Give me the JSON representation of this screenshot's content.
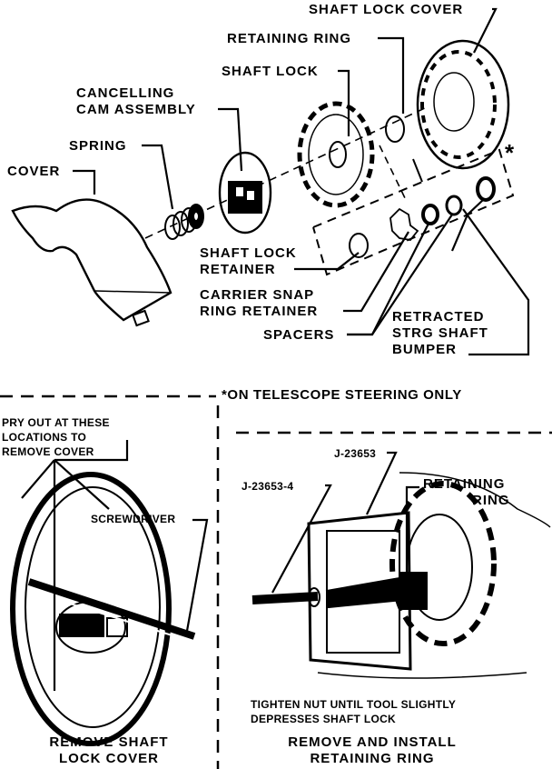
{
  "labels": {
    "shaft_lock_cover": "SHAFT LOCK COVER",
    "retaining_ring": "RETAINING RING",
    "shaft_lock": "SHAFT LOCK",
    "cancelling_cam_line1": "CANCELLING",
    "cancelling_cam_line2": "CAM ASSEMBLY",
    "spring": "SPRING",
    "cover": "COVER",
    "shaft_lock_retainer_line1": "SHAFT LOCK",
    "shaft_lock_retainer_line2": "RETAINER",
    "carrier_snap_line1": "CARRIER SNAP",
    "carrier_snap_line2": "RING RETAINER",
    "spacers": "SPACERS",
    "bumper_line1": "RETRACTED",
    "bumper_line2": "STRG SHAFT",
    "bumper_line3": "BUMPER",
    "asterisk": "*",
    "telescope_note": "*ON TELESCOPE STEERING ONLY"
  },
  "left_panel": {
    "pry_line1": "PRY OUT AT THESE",
    "pry_line2": "LOCATIONS TO",
    "pry_line3": "REMOVE COVER",
    "screwdriver": "SCREWDRIVER",
    "caption_line1": "REMOVE SHAFT",
    "caption_line2": "LOCK COVER"
  },
  "right_panel": {
    "tool_top": "J-23653",
    "tool_left": "J-23653-4",
    "retaining_line1": "RETAINING",
    "retaining_line2": "RING",
    "note_line1": "TIGHTEN NUT UNTIL TOOL SLIGHTLY",
    "note_line2": "DEPRESSES SHAFT LOCK",
    "caption_line1": "REMOVE AND INSTALL",
    "caption_line2": "RETAINING RING"
  }
}
